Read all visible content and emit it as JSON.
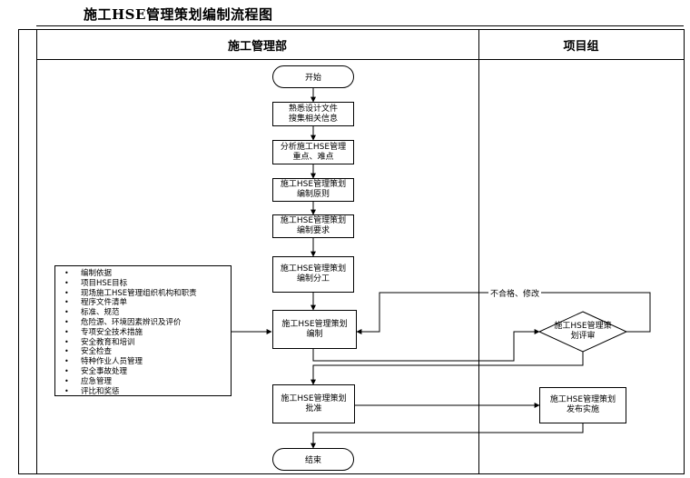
{
  "title": "施工HSE管理策划编制流程图",
  "lanes": {
    "left": "施工管理部",
    "right": "项目组"
  },
  "nodes": {
    "start": "开始",
    "step1": [
      "熟悉设计文件",
      "搜集相关信息"
    ],
    "step2": [
      "分析施工HSE管理",
      "重点、难点"
    ],
    "step3": [
      "施工HSE管理策划",
      "编制原则"
    ],
    "step4": [
      "施工HSE管理策划",
      "编制要求"
    ],
    "step5": [
      "施工HSE管理策划",
      "编制分工"
    ],
    "step6": [
      "施工HSE管理策划",
      "编制"
    ],
    "review": [
      "施工HSE管理策",
      "划评审"
    ],
    "step7": [
      "施工HSE管理策划",
      "批准"
    ],
    "publish": [
      "施工HSE管理策划",
      "发布实施"
    ],
    "end": "结束"
  },
  "edge_labels": {
    "reject": "不合格、修改"
  },
  "basis_list": [
    "编制依据",
    "项目HSE目标",
    "现场施工HSE管理组织机构和职责",
    "程序文件清单",
    "标准、规范",
    "危险源、环境因素辨识及评价",
    "专项安全技术措施",
    "安全教育和培训",
    "安全检查",
    "特种作业人员管理",
    "安全事故处理",
    "应急管理",
    "评比和奖惩"
  ]
}
